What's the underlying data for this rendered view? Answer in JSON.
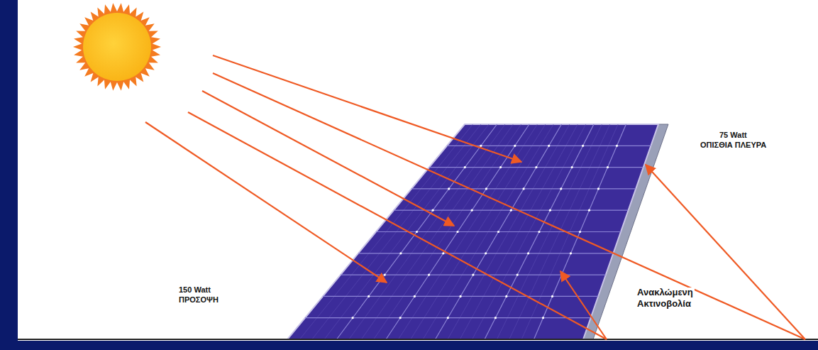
{
  "diagram": {
    "labels": [
      "75 Watt",
      "ΟΠΙΣΘΙΑ ΠΛΕΥΡΑ",
      "150 Watt",
      "ΠΡΟΣΟΨΗ",
      "Ανακλώμενη",
      "Ακτινοβολία"
    ]
  }
}
